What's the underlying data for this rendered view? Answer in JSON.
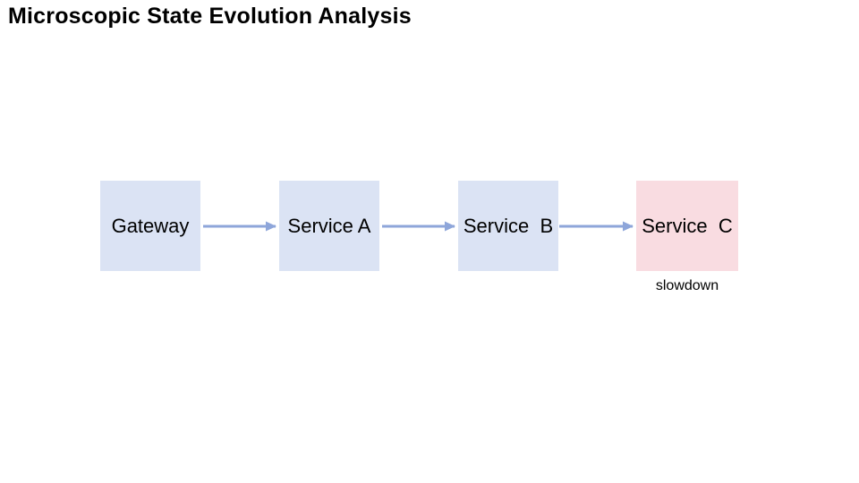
{
  "title": "Microscopic State Evolution Analysis",
  "colors": {
    "background": "#ffffff",
    "node_fill_normal": "#dbe3f4",
    "node_fill_highlight": "#f9dce1",
    "arrow": "#8ea6da",
    "text": "#000000"
  },
  "diagram": {
    "nodes": [
      {
        "id": "gateway",
        "label": "Gateway",
        "state": "normal"
      },
      {
        "id": "service-a",
        "label": "Service A",
        "state": "normal"
      },
      {
        "id": "service-b",
        "label": "Service  B",
        "state": "normal"
      },
      {
        "id": "service-c",
        "label": "Service  C",
        "state": "highlighted",
        "annotation": "slowdown"
      }
    ],
    "edges": [
      {
        "from": "gateway",
        "to": "service-a"
      },
      {
        "from": "service-a",
        "to": "service-b"
      },
      {
        "from": "service-b",
        "to": "service-c"
      }
    ]
  }
}
